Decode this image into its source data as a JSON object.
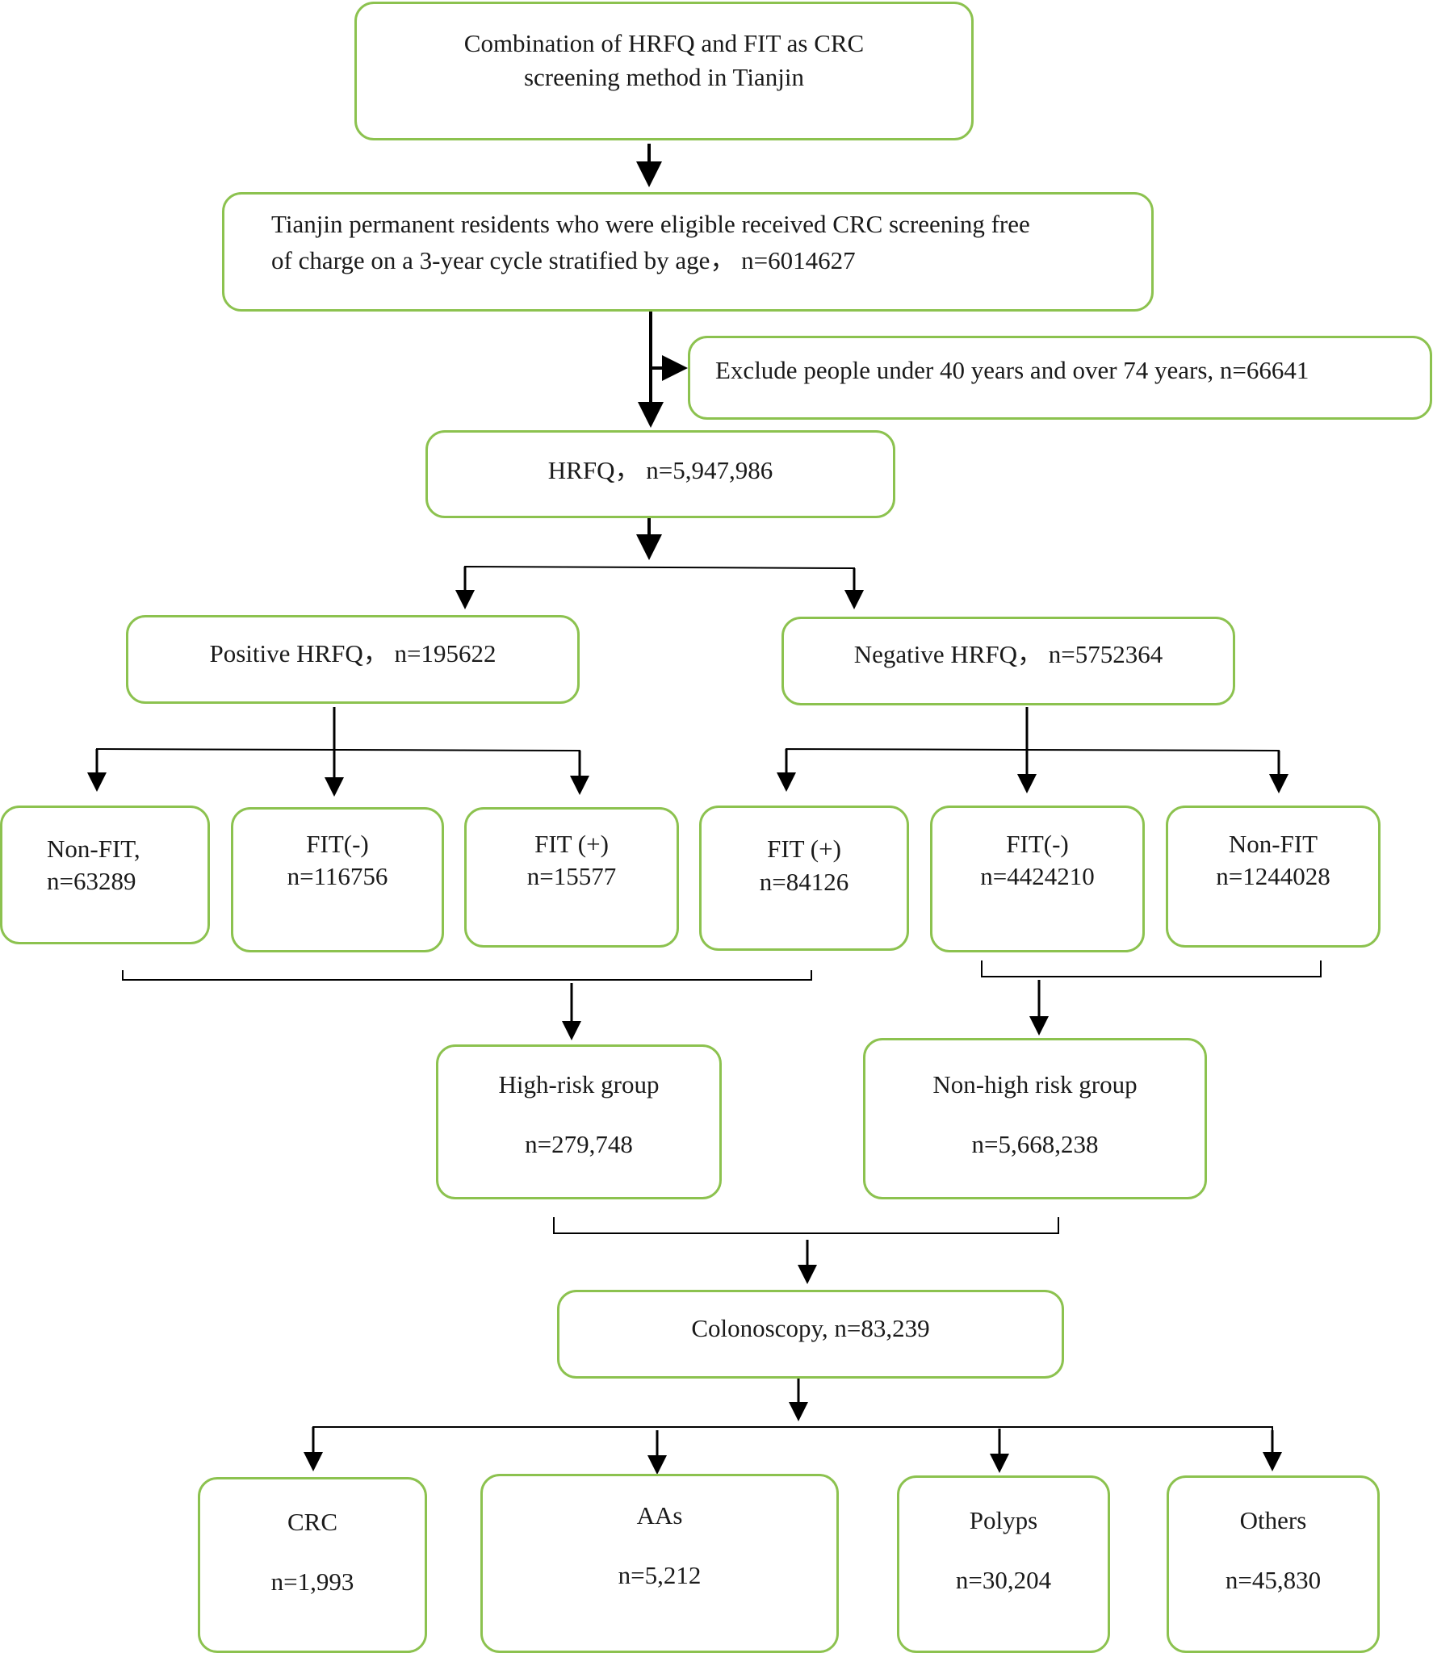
{
  "nodes": {
    "start": {
      "lines": [
        "Combination of HRFQ and FIT as CRC",
        "screening method in Tianjin"
      ]
    },
    "residents": {
      "lines": [
        "Tianjin permanent residents who were eligible received CRC screening free",
        "of charge on a 3-year cycle stratified by age， n=6014627"
      ]
    },
    "exclude": {
      "text": "Exclude people under 40 years and over 74 years, n=66641"
    },
    "hrfq": {
      "text": "HRFQ， n=5,947,986"
    },
    "positive_hrfq": {
      "text": "Positive HRFQ， n=195622"
    },
    "negative_hrfq": {
      "text": "Negative HRFQ， n=5752364"
    },
    "pos_non_fit": {
      "lines": [
        "Non-FIT,",
        "n=63289"
      ]
    },
    "pos_fit_neg": {
      "lines": [
        "FIT(-)",
        "n=116756"
      ]
    },
    "pos_fit_pos": {
      "lines": [
        "FIT (+)",
        "n=15577"
      ]
    },
    "neg_fit_pos": {
      "lines": [
        "FIT (+)",
        "n=84126"
      ]
    },
    "neg_fit_neg": {
      "lines": [
        "FIT(-)",
        "n=4424210"
      ]
    },
    "neg_non_fit": {
      "lines": [
        "Non-FIT",
        "n=1244028"
      ]
    },
    "high_risk": {
      "label": "High-risk group",
      "n": "n=279,748"
    },
    "non_high_risk": {
      "label": "Non-high risk group",
      "n": "n=5,668,238"
    },
    "colonoscopy": {
      "text": "Colonoscopy, n=83,239"
    },
    "crc": {
      "label": "CRC",
      "n": "n=1,993"
    },
    "aas": {
      "label": "AAs",
      "n": "n=5,212"
    },
    "polyps": {
      "label": "Polyps",
      "n": "n=30,204"
    },
    "others": {
      "label": "Others",
      "n": "n=45,830"
    }
  },
  "colors": {
    "box_border": "#8cc24f",
    "line": "#000000",
    "text": "#1a1a1a"
  }
}
